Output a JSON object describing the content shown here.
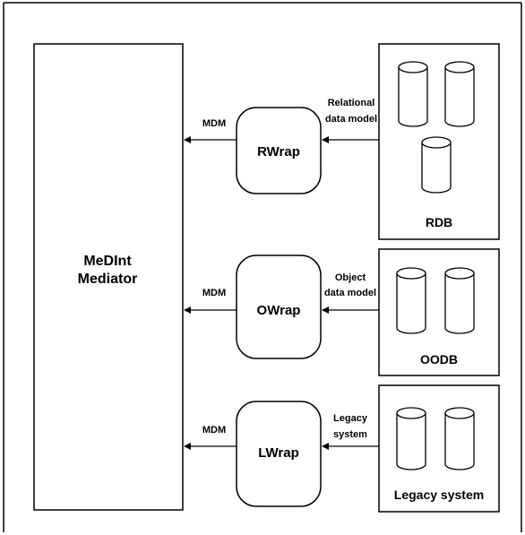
{
  "mediator": {
    "line1": "MeDInt",
    "line2": "Mediator"
  },
  "wrappers": [
    {
      "name": "RWrap",
      "mdm_label": "MDM",
      "model_line1": "Relational",
      "model_line2": "data model",
      "source": "RDB"
    },
    {
      "name": "OWrap",
      "mdm_label": "MDM",
      "model_line1": "Object",
      "model_line2": "data model",
      "source": "OODB"
    },
    {
      "name": "LWrap",
      "mdm_label": "MDM",
      "model_line1": "Legacy",
      "model_line2": "system",
      "source": "Legacy system"
    }
  ]
}
